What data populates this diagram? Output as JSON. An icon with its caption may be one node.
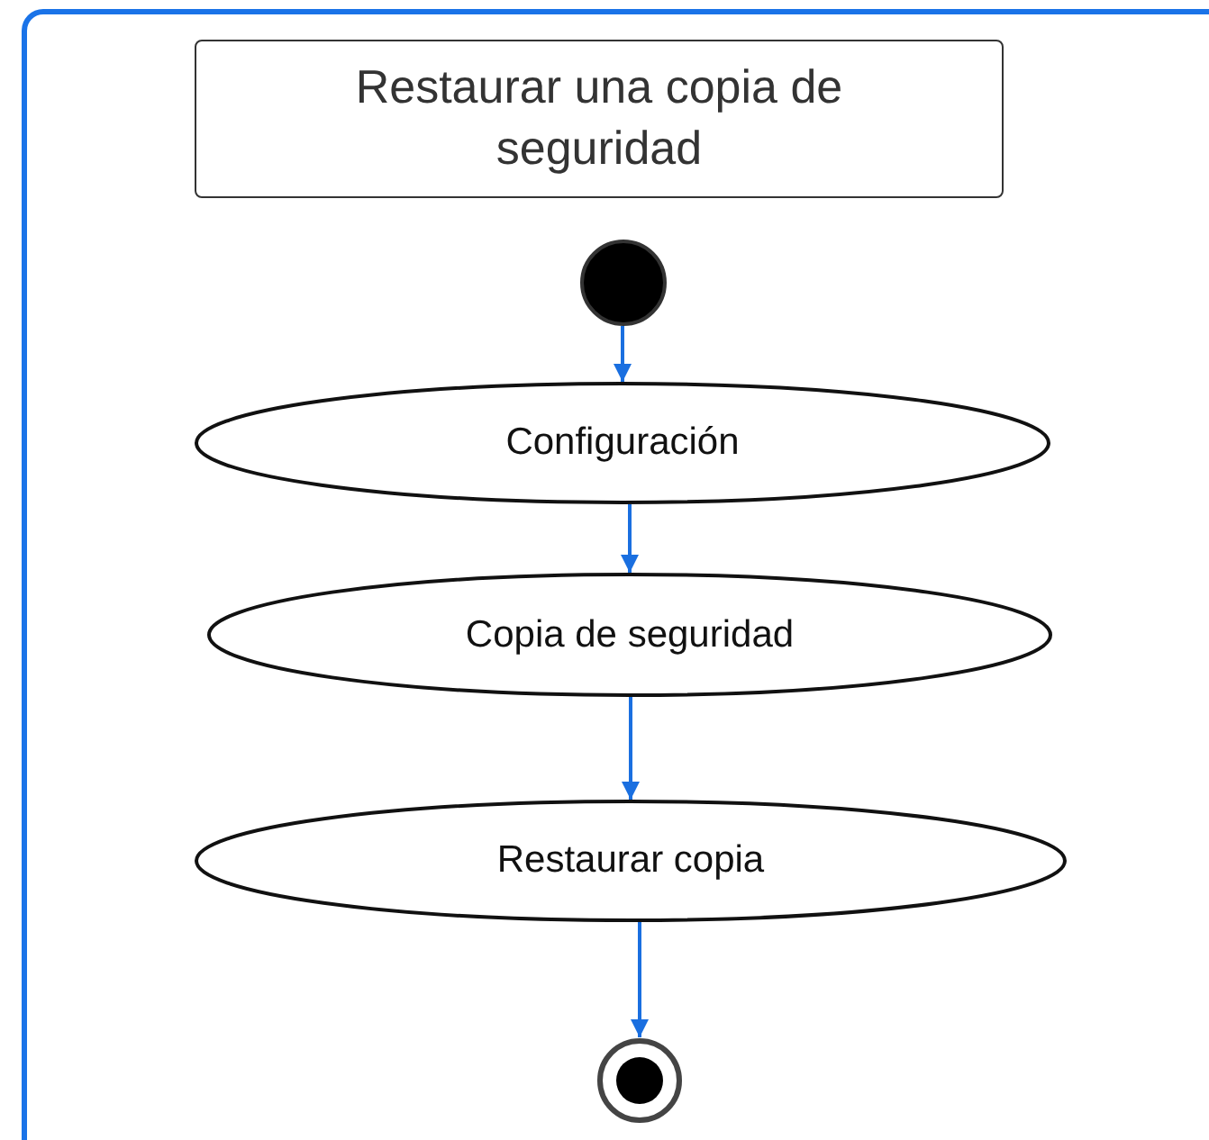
{
  "diagram": {
    "title": "Restaurar una copia de seguridad",
    "nodes": [
      {
        "text": [],
        "shape": "circle"
      },
      {
        "text": [
          "Configuración"
        ]
      },
      {
        "text": [
          "Copia de seguridad"
        ]
      },
      {
        "text": [
          "Restaurar copia"
        ]
      },
      {
        "text": [],
        "shape": "circle"
      }
    ],
    "edges": [
      {
        "from": 0,
        "to": 1,
        "arrow": "to"
      },
      {
        "from": 1,
        "to": 2,
        "arrow": "to"
      },
      {
        "from": 2,
        "to": 3,
        "arrow": "to"
      },
      {
        "from": 3,
        "to": 4,
        "arrow": "to"
      }
    ]
  }
}
